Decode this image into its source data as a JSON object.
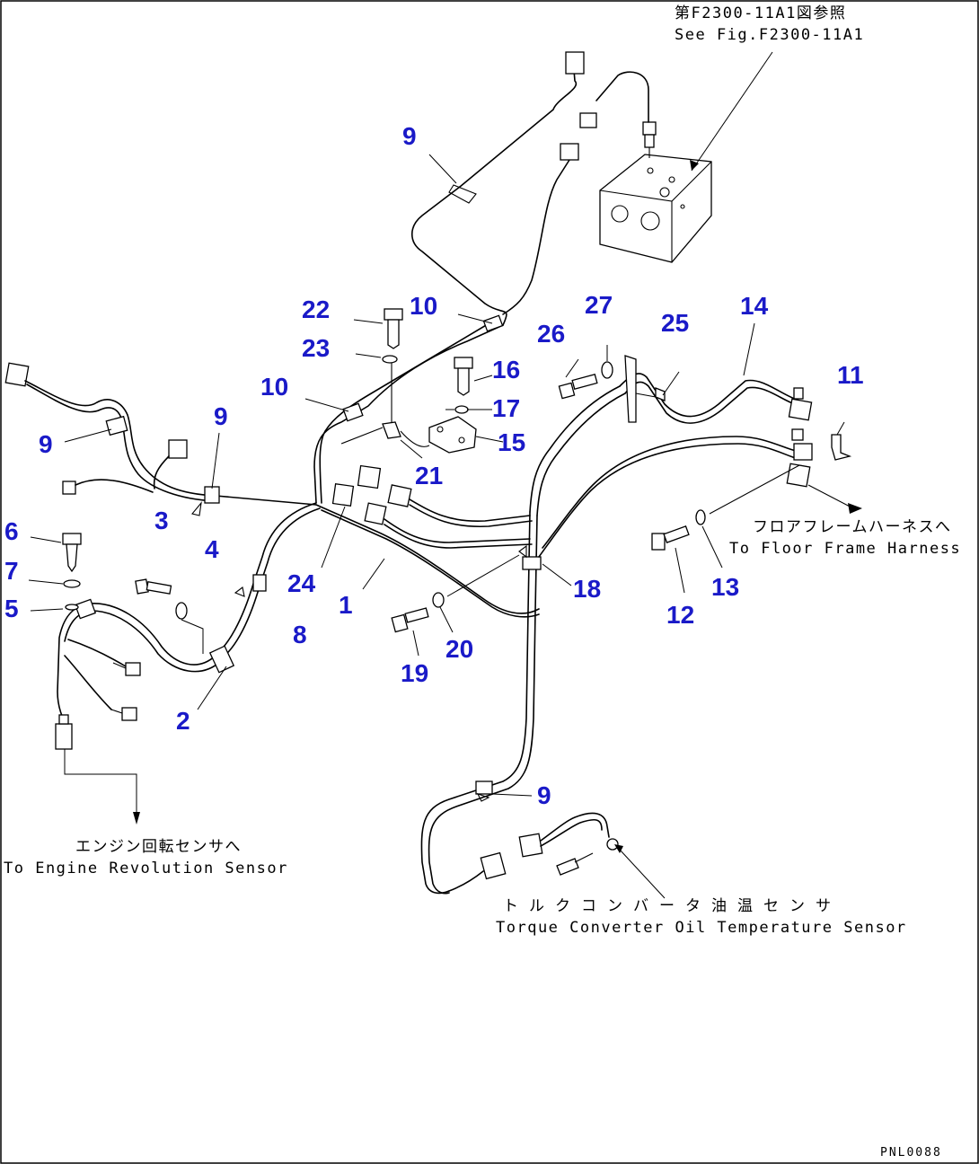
{
  "callouts": [
    {
      "id": "c1",
      "label": "1"
    },
    {
      "id": "c2",
      "label": "2"
    },
    {
      "id": "c3",
      "label": "3"
    },
    {
      "id": "c4",
      "label": "4"
    },
    {
      "id": "c5",
      "label": "5"
    },
    {
      "id": "c6",
      "label": "6"
    },
    {
      "id": "c7",
      "label": "7"
    },
    {
      "id": "c8",
      "label": "8"
    },
    {
      "id": "c9a",
      "label": "9"
    },
    {
      "id": "c9b",
      "label": "9"
    },
    {
      "id": "c9c",
      "label": "9"
    },
    {
      "id": "c9d",
      "label": "9"
    },
    {
      "id": "c10a",
      "label": "10"
    },
    {
      "id": "c10b",
      "label": "10"
    },
    {
      "id": "c11",
      "label": "11"
    },
    {
      "id": "c12",
      "label": "12"
    },
    {
      "id": "c13",
      "label": "13"
    },
    {
      "id": "c14",
      "label": "14"
    },
    {
      "id": "c15",
      "label": "15"
    },
    {
      "id": "c16",
      "label": "16"
    },
    {
      "id": "c17",
      "label": "17"
    },
    {
      "id": "c18",
      "label": "18"
    },
    {
      "id": "c19",
      "label": "19"
    },
    {
      "id": "c20",
      "label": "20"
    },
    {
      "id": "c21",
      "label": "21"
    },
    {
      "id": "c22",
      "label": "22"
    },
    {
      "id": "c23",
      "label": "23"
    },
    {
      "id": "c24",
      "label": "24"
    },
    {
      "id": "c25",
      "label": "25"
    },
    {
      "id": "c26",
      "label": "26"
    },
    {
      "id": "c27",
      "label": "27"
    }
  ],
  "notes": {
    "see_fig_jp": "第F2300-11A1図参照",
    "see_fig_en": "See Fig.F2300-11A1",
    "floor_jp": "フロアフレームハーネスへ",
    "floor_en": "To Floor Frame Harness",
    "engine_jp": "エンジン回転センサへ",
    "engine_en": "To Engine Revolution Sensor",
    "torque_jp": "トルクコンバータ油温センサ",
    "torque_en": "Torque Converter Oil Temperature Sensor"
  },
  "drawing_code": "PNL0088",
  "colors": {
    "callout": "#1a1ac8",
    "line": "#000000",
    "background": "#ffffff"
  }
}
